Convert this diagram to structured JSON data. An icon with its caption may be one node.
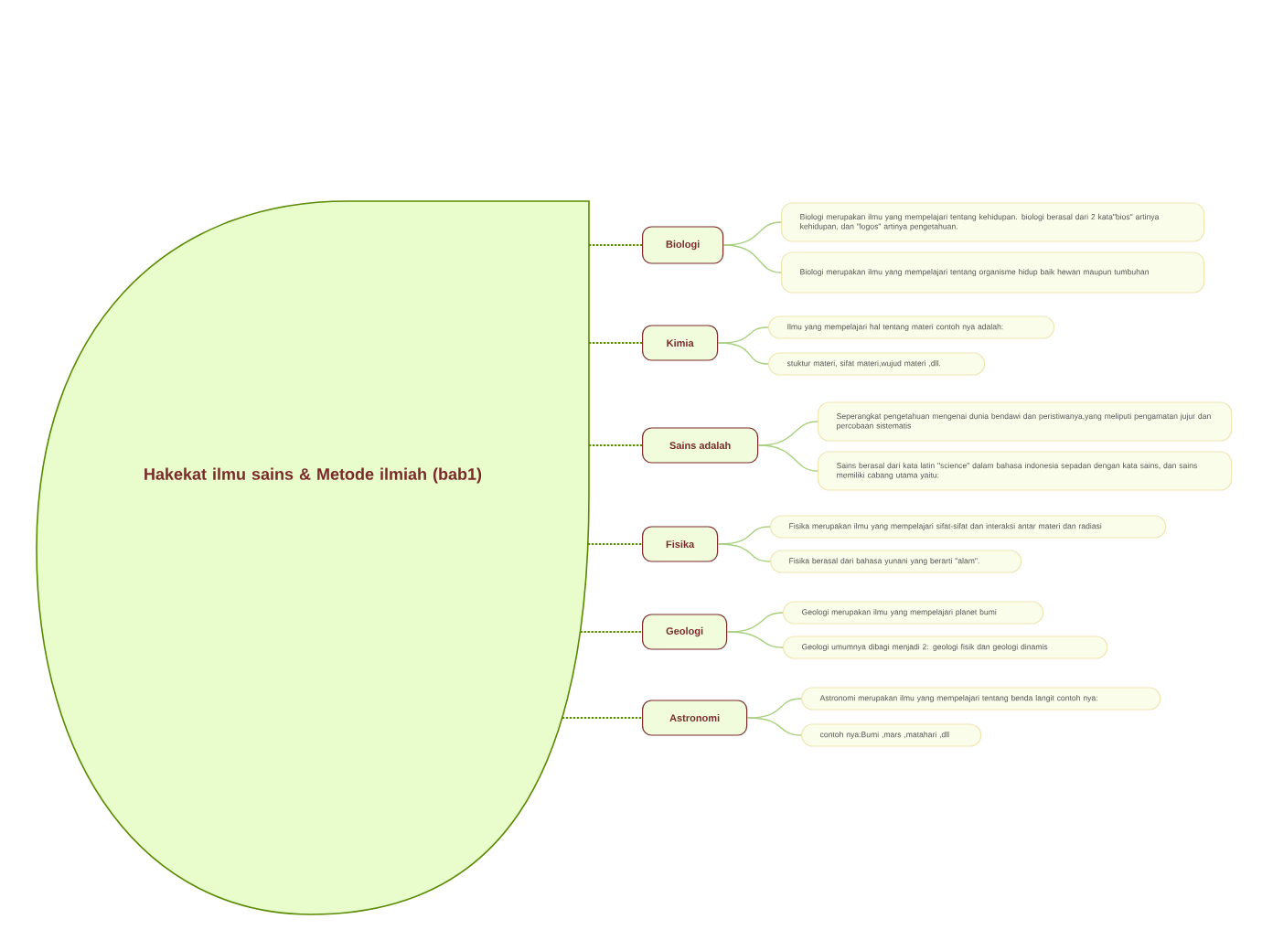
{
  "diagram": {
    "nodes": [
      {
        "text": [
          "Hakekat ilmu sains & Metode ilmiah (bab1)"
        ]
      },
      {
        "text": [
          "Biologi"
        ]
      },
      {
        "text": [
          "Biologi merupakan ilmu yang mempelajari tentang kehidupan. biologi berasal dari 2 kata\"bios\" artinya kehidupan, dan \"logos\" artinya pengetahuan."
        ]
      },
      {
        "text": [
          "Biologi merupakan ilmu yang mempelajari tentang organisme hidup baik hewan maupun tumbuhan"
        ]
      },
      {
        "text": [
          "Kimia"
        ]
      },
      {
        "text": [
          "Ilmu yang mempelajari hal tentang materi contoh nya adalah:"
        ]
      },
      {
        "text": [
          "stuktur materi, sifat materi,wujud materi ,dll."
        ]
      },
      {
        "text": [
          "Sains adalah"
        ]
      },
      {
        "text": [
          "Seperangkat pengetahuan mengenai dunia bendawi dan peristiwanya,yang meliputi pengamatan jujur dan percobaan sistematis"
        ]
      },
      {
        "text": [
          "Sains berasal dari kata latin \"science\" dalam bahasa indonesia sepadan dengan kata sains, dan sains memiliki cabang utama yaitu:"
        ]
      },
      {
        "text": [
          "Fisika"
        ]
      },
      {
        "text": [
          "Fisika merupakan ilmu yang mempelajari sifat-sifat dan interaksi antar materi dan radiasi"
        ]
      },
      {
        "text": [
          "Fisika berasal dari bahasa yunani yang berarti \"alam\"."
        ]
      },
      {
        "text": [
          "Geologi"
        ]
      },
      {
        "text": [
          "Geologi merupakan ilmu yang mempelajari planet bumi"
        ]
      },
      {
        "text": [
          "Geologi umumnya dibagi menjadi 2: geologi fisik dan geologi dinamis"
        ]
      },
      {
        "text": [
          "Astronomi"
        ]
      },
      {
        "text": [
          "Astronomi merupakan ilmu yang mempelajari tentang benda langit contoh nya:"
        ]
      },
      {
        "text": [
          "contoh nya:Bumi ,mars ,matahari ,dll"
        ]
      }
    ],
    "edges": [
      {
        "from": 0,
        "to": 1,
        "arrow": "none",
        "style": "dashed",
        "color": "#5a8a00"
      },
      {
        "from": 1,
        "to": 2,
        "arrow": "none"
      },
      {
        "from": 1,
        "to": 3,
        "arrow": "none"
      },
      {
        "from": 0,
        "to": 4,
        "arrow": "none",
        "style": "dashed",
        "color": "#5a8a00"
      },
      {
        "from": 4,
        "to": 5,
        "arrow": "none"
      },
      {
        "from": 4,
        "to": 6,
        "arrow": "none"
      },
      {
        "from": 0,
        "to": 7,
        "arrow": "none",
        "style": "dashed",
        "color": "#5a8a00"
      },
      {
        "from": 7,
        "to": 8,
        "arrow": "none"
      },
      {
        "from": 7,
        "to": 9,
        "arrow": "none"
      },
      {
        "from": 0,
        "to": 10,
        "arrow": "none",
        "style": "dashed",
        "color": "#5a8a00"
      },
      {
        "from": 10,
        "to": 11,
        "arrow": "none"
      },
      {
        "from": 10,
        "to": 12,
        "arrow": "none"
      },
      {
        "from": 0,
        "to": 13,
        "arrow": "none",
        "style": "dashed",
        "color": "#5a8a00"
      },
      {
        "from": 13,
        "to": 14,
        "arrow": "none"
      },
      {
        "from": 13,
        "to": 15,
        "arrow": "none"
      },
      {
        "from": 0,
        "to": 16,
        "arrow": "none",
        "style": "dashed",
        "color": "#5a8a00"
      },
      {
        "from": 16,
        "to": 17,
        "arrow": "none"
      },
      {
        "from": 16,
        "to": 18,
        "arrow": "none"
      }
    ]
  }
}
